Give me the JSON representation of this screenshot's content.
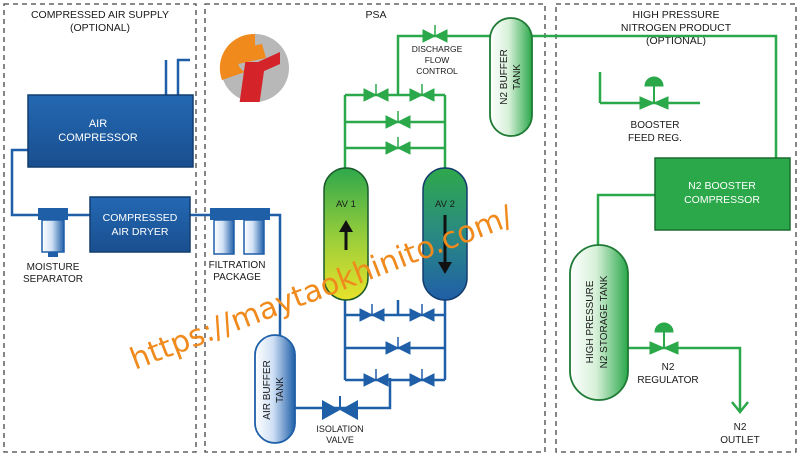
{
  "sections": {
    "supply_title": "COMPRESSED AIR SUPPLY",
    "supply_subtitle": "(OPTIONAL)",
    "psa_title": "PSA",
    "hp_title_1": "HIGH PRESSURE",
    "hp_title_2": "NITROGEN PRODUCT",
    "hp_subtitle": "(OPTIONAL)"
  },
  "components": {
    "air_compressor_1": "AIR",
    "air_compressor_2": "COMPRESSOR",
    "air_dryer_1": "COMPRESSED",
    "air_dryer_2": "AIR DRYER",
    "moisture_sep_1": "MOISTURE",
    "moisture_sep_2": "SEPARATOR",
    "filtration_1": "FILTRATION",
    "filtration_2": "PACKAGE",
    "air_buffer_1": "AIR BUFFER",
    "air_buffer_2": "TANK",
    "isolation_1": "ISOLATION",
    "isolation_2": "VALVE",
    "av1": "AV 1",
    "av2": "AV 2",
    "discharge_1": "DISCHARGE",
    "discharge_2": "FLOW",
    "discharge_3": "CONTROL",
    "n2_buffer_1": "N2 BUFFER",
    "n2_buffer_2": "TANK",
    "booster_reg_1": "BOOSTER",
    "booster_reg_2": "FEED REG.",
    "n2_booster_1": "N2 BOOSTER",
    "n2_booster_2": "COMPRESSOR",
    "hp_storage_1": "HIGH  PRESSURE",
    "hp_storage_2": "N2 STORAGE TANK",
    "n2_reg_1": "N2",
    "n2_reg_2": "REGULATOR",
    "n2_outlet_1": "N2",
    "n2_outlet_2": "OUTLET"
  },
  "watermark": "https://maytaokhinito.com/",
  "colors": {
    "air_line": "#1f5fa8",
    "nitrogen_line": "#2aa84a",
    "box_blue": "#1f5fa8",
    "box_green": "#2aa84a",
    "watermark": "#f08a1c"
  }
}
